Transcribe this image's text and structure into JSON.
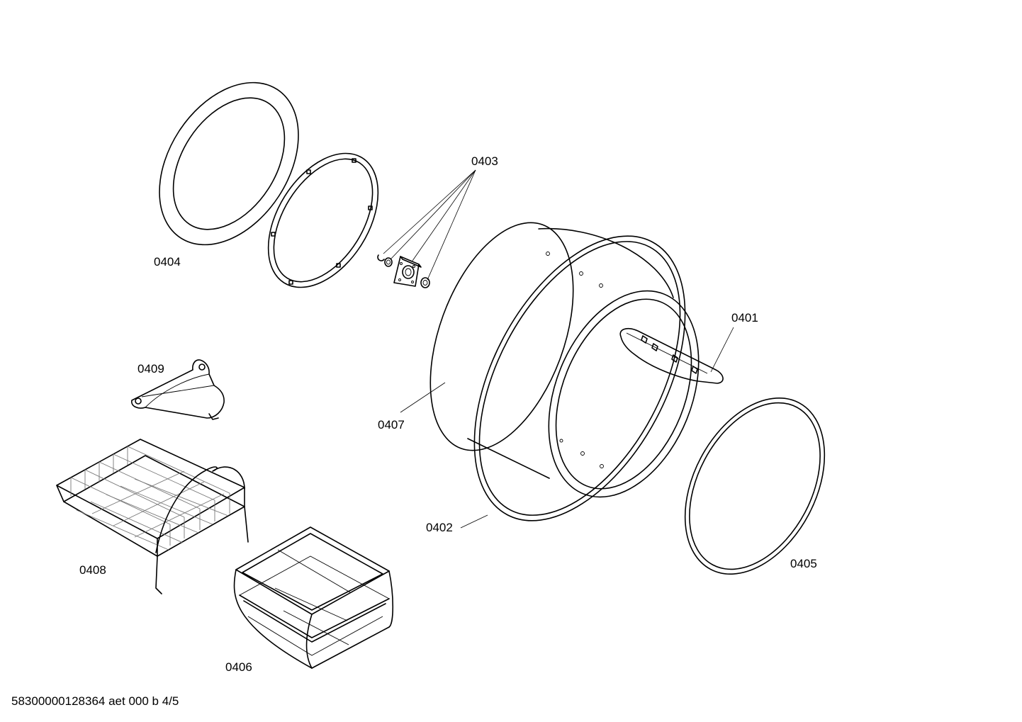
{
  "diagram": {
    "part_labels": {
      "p0401": "0401",
      "p0402": "0402",
      "p0403": "0403",
      "p0404": "0404",
      "p0405": "0405",
      "p0406": "0406",
      "p0407": "0407",
      "p0408": "0408",
      "p0409": "0409"
    },
    "footer": "58300000128364 aet 000 b 4/5"
  }
}
